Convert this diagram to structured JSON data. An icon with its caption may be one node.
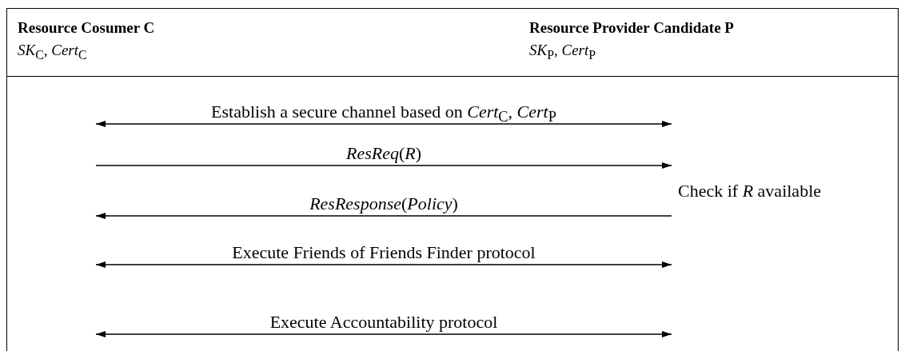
{
  "diagram": {
    "nodes": [
      {
        "text": [
          "Resource Cosumer C",
          "*SK*$_{C}$, *Cert*$_{C}$"
        ]
      },
      {
        "text": [
          "Resource Provider Candidate P",
          "*SK*$_{P}$, *Cert*$_{P}$"
        ]
      }
    ],
    "labels": [
      "Establish a secure channel based on *Cert*$_{C}$, *Cert*$_{P}$",
      "*ResReq*(*R*)",
      "Check if *R* available",
      "*ResResponse*(*Policy*)",
      "Execute Friends of Friends Finder protocol",
      "Execute Accountability protocol"
    ]
  }
}
